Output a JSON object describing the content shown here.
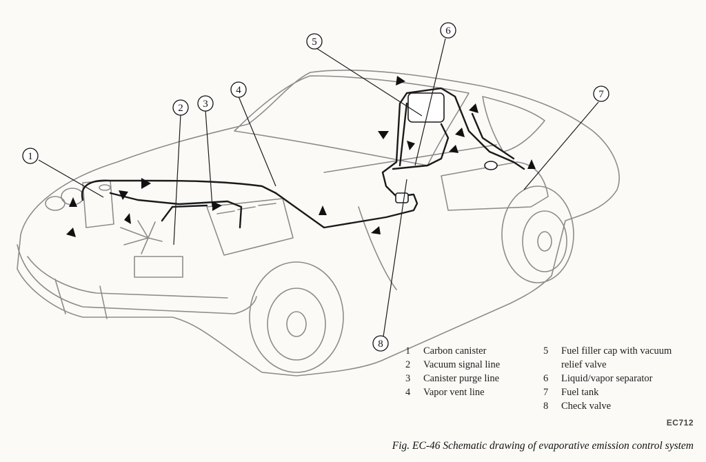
{
  "callouts": [
    "1",
    "2",
    "3",
    "4",
    "5",
    "6",
    "7",
    "8"
  ],
  "legend": {
    "left": [
      {
        "num": "1",
        "text": "Carbon canister"
      },
      {
        "num": "2",
        "text": "Vacuum signal line"
      },
      {
        "num": "3",
        "text": "Canister purge line"
      },
      {
        "num": "4",
        "text": "Vapor vent line"
      }
    ],
    "right": [
      {
        "num": "5",
        "text": "Fuel filler cap with vacuum",
        "cont": "relief valve"
      },
      {
        "num": "6",
        "text": "Liquid/vapor separator"
      },
      {
        "num": "7",
        "text": "Fuel tank"
      },
      {
        "num": "8",
        "text": "Check valve"
      }
    ]
  },
  "code": "EC712",
  "caption": "Fig. EC-46  Schematic drawing of evaporative emission control system",
  "colors": {
    "ink": "#1a1a1a",
    "paper": "#fbfaf7",
    "sketch": "#9a9a9a"
  }
}
